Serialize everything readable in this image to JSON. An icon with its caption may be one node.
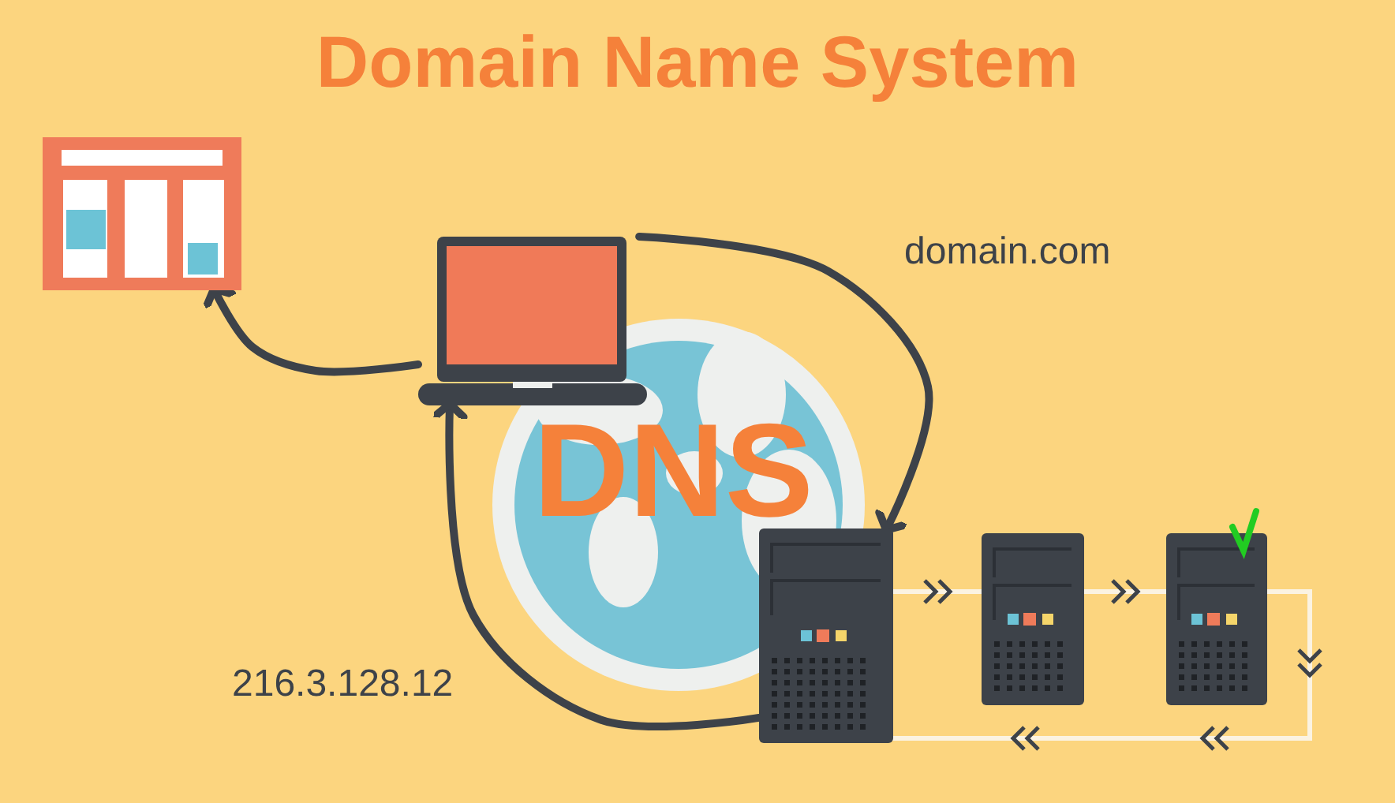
{
  "diagram": {
    "title": "Domain Name System",
    "nodes": [
      {
        "text": [],
        "shape": "picture"
      },
      {
        "text": [],
        "shape": "picture"
      },
      {
        "text": [],
        "shape": "picture"
      },
      {
        "text": [],
        "shape": "picture"
      },
      {
        "text": [],
        "shape": "picture"
      }
    ],
    "edges": [
      {
        "from": 1,
        "to": 0,
        "arrow": "to"
      },
      {
        "from": 1,
        "to": 2,
        "arrow": "to",
        "label": "domain.com"
      },
      {
        "from": 2,
        "to": 1,
        "arrow": "to",
        "label": "216.3.128.12"
      },
      {
        "from": 2,
        "to": 3,
        "arrow": "to",
        "color": "#fbf3e2"
      },
      {
        "from": 3,
        "to": 4,
        "arrow": "to",
        "color": "#fbf3e2"
      },
      {
        "from": 4,
        "to": 2,
        "arrow": "to",
        "color": "#fbf3e2"
      }
    ],
    "labels": [
      "DNS"
    ]
  }
}
